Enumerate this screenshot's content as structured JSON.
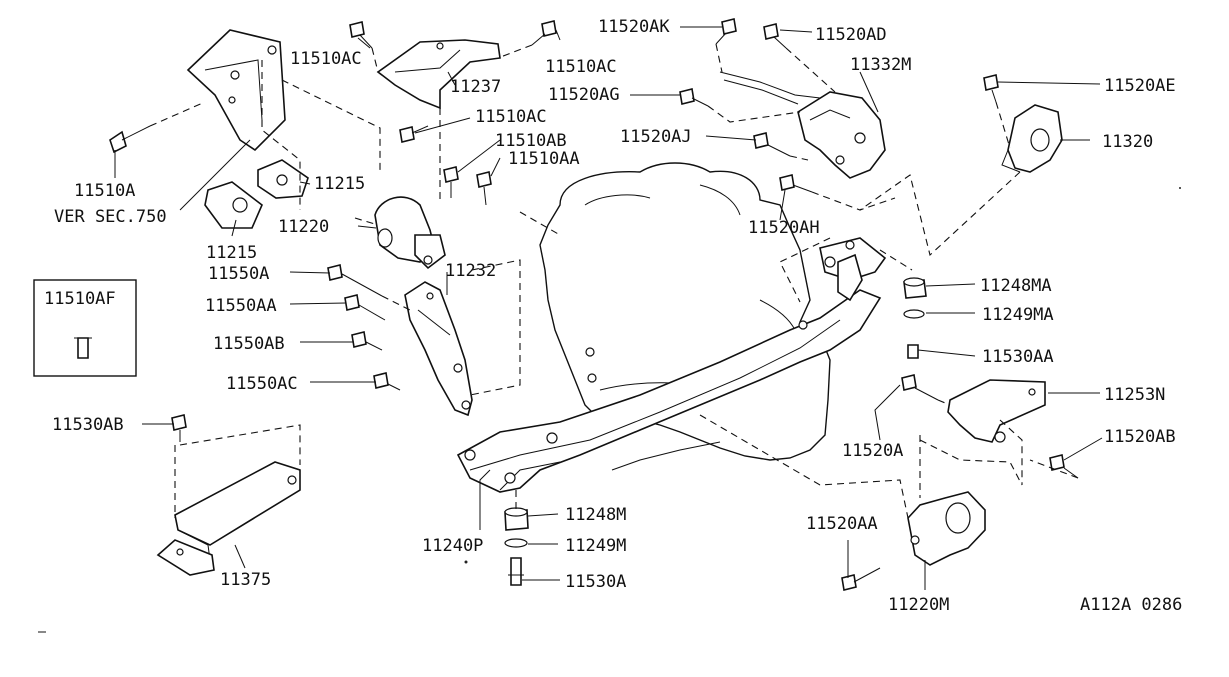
{
  "diagram": {
    "code": "A112A 0286",
    "callouts": [
      "11510AC",
      "11237",
      "11510AC",
      "11520AK",
      "11520AD",
      "11332M",
      "11520AG",
      "11510AC",
      "11520AJ",
      "11510AB",
      "11510AA",
      "11520AE",
      "11320",
      "11215",
      "11510A",
      "VER SEC.750",
      "11220",
      "11215",
      "11520AH",
      "11550A",
      "11232",
      "11248MA",
      "11550AA",
      "11249MA",
      "11510AF",
      "11550AB",
      "11530AA",
      "11550AC",
      "11253N",
      "11530AB",
      "11520A",
      "11520AB",
      "11248M",
      "11520AA",
      "11240P",
      "11249M",
      "11375",
      "11530A",
      "11220M"
    ]
  }
}
